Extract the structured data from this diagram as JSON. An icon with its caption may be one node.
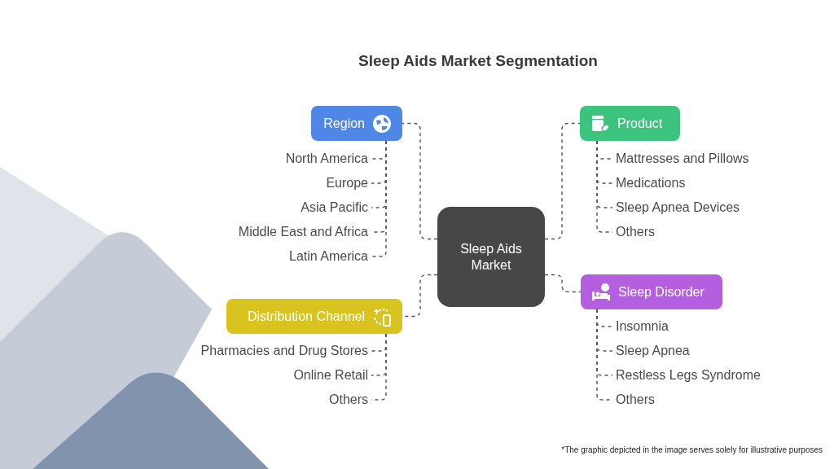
{
  "diagram": {
    "title": "Sleep Aids Market Segmentation",
    "nodes": [
      {
        "text": [
          "Sleep Aids Market"
        ]
      },
      {
        "text": [
          "Region"
        ]
      },
      {
        "text": [
          "North America"
        ]
      },
      {
        "text": [
          "Europe"
        ]
      },
      {
        "text": [
          "Asia Pacific"
        ]
      },
      {
        "text": [
          "Middle East and Africa"
        ]
      },
      {
        "text": [
          "Latin America"
        ]
      },
      {
        "text": [
          "Product"
        ]
      },
      {
        "text": [
          "Mattresses and Pillows"
        ]
      },
      {
        "text": [
          "Medications"
        ]
      },
      {
        "text": [
          "Sleep Apnea Devices"
        ]
      },
      {
        "text": [
          "Others"
        ]
      },
      {
        "text": [
          "Sleep Disorder"
        ]
      },
      {
        "text": [
          "Insomnia"
        ]
      },
      {
        "text": [
          "Sleep Apnea"
        ]
      },
      {
        "text": [
          "Restless Legs Syndrome"
        ]
      },
      {
        "text": [
          "Others"
        ]
      },
      {
        "text": [
          "Distribution Channel"
        ]
      },
      {
        "text": [
          "Pharmacies and Drug Stores"
        ]
      },
      {
        "text": [
          "Online Retail"
        ]
      },
      {
        "text": [
          "Others"
        ]
      }
    ],
    "edges": [
      {
        "from": 0,
        "to": 1,
        "arrow": "none",
        "style": "dashed"
      },
      {
        "from": 0,
        "to": 7,
        "arrow": "none",
        "style": "dashed"
      },
      {
        "from": 0,
        "to": 12,
        "arrow": "none",
        "style": "dashed"
      },
      {
        "from": 0,
        "to": 17,
        "arrow": "none",
        "style": "dashed"
      },
      {
        "from": 1,
        "to": 2,
        "arrow": "none",
        "style": "dashed"
      },
      {
        "from": 1,
        "to": 3,
        "arrow": "none",
        "style": "dashed"
      },
      {
        "from": 1,
        "to": 4,
        "arrow": "none",
        "style": "dashed"
      },
      {
        "from": 1,
        "to": 5,
        "arrow": "none",
        "style": "dashed"
      },
      {
        "from": 1,
        "to": 6,
        "arrow": "none",
        "style": "dashed"
      },
      {
        "from": 7,
        "to": 8,
        "arrow": "none",
        "style": "dashed"
      },
      {
        "from": 7,
        "to": 9,
        "arrow": "none",
        "style": "dashed"
      },
      {
        "from": 7,
        "to": 10,
        "arrow": "none",
        "style": "dashed"
      },
      {
        "from": 7,
        "to": 11,
        "arrow": "none",
        "style": "dashed"
      },
      {
        "from": 12,
        "to": 13,
        "arrow": "none",
        "style": "dashed"
      },
      {
        "from": 12,
        "to": 14,
        "arrow": "none",
        "style": "dashed"
      },
      {
        "from": 12,
        "to": 15,
        "arrow": "none",
        "style": "dashed"
      },
      {
        "from": 12,
        "to": 16,
        "arrow": "none",
        "style": "dashed"
      },
      {
        "from": 17,
        "to": 18,
        "arrow": "none",
        "style": "dashed"
      },
      {
        "from": 17,
        "to": 19,
        "arrow": "none",
        "style": "dashed"
      },
      {
        "from": 17,
        "to": 20,
        "arrow": "none",
        "style": "dashed"
      }
    ],
    "labels": [
      "*The graphic depicted in the image serves solely for illustrative purposes"
    ]
  }
}
